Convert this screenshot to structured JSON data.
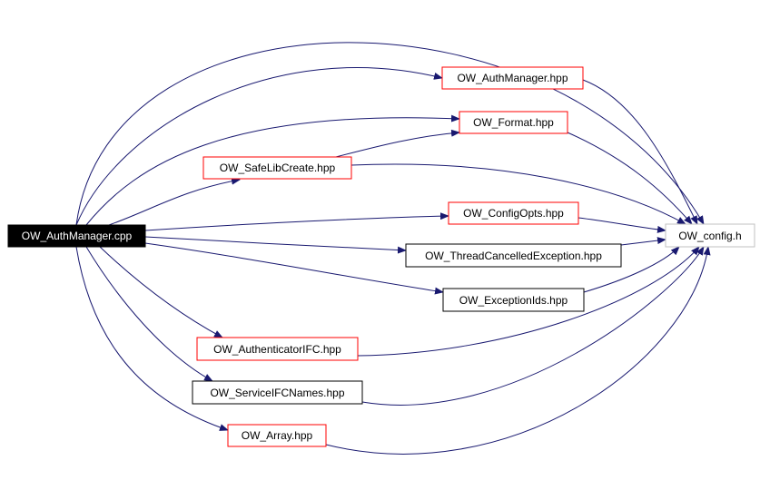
{
  "diagram": {
    "root": {
      "label": "OW_AuthManager.cpp",
      "fill": "#000000",
      "text_color": "#ffffff"
    },
    "target": {
      "label": "OW_config.h",
      "border": "#c0c0c0"
    },
    "edge_color": "#191970",
    "nodes": [
      {
        "id": "authmanager_hpp",
        "label": "OW_AuthManager.hpp",
        "border": "#ff0000"
      },
      {
        "id": "format_hpp",
        "label": "OW_Format.hpp",
        "border": "#ff0000"
      },
      {
        "id": "safelibcreate_hpp",
        "label": "OW_SafeLibCreate.hpp",
        "border": "#ff0000"
      },
      {
        "id": "configopts_hpp",
        "label": "OW_ConfigOpts.hpp",
        "border": "#ff0000"
      },
      {
        "id": "threadcancelled_hpp",
        "label": "OW_ThreadCancelledException.hpp",
        "border": "#000000"
      },
      {
        "id": "exceptionids_hpp",
        "label": "OW_ExceptionIds.hpp",
        "border": "#000000"
      },
      {
        "id": "authenticatorifc_hpp",
        "label": "OW_AuthenticatorIFC.hpp",
        "border": "#ff0000"
      },
      {
        "id": "serviceifcnames_hpp",
        "label": "OW_ServiceIFCNames.hpp",
        "border": "#000000"
      },
      {
        "id": "array_hpp",
        "label": "OW_Array.hpp",
        "border": "#ff0000"
      }
    ]
  }
}
